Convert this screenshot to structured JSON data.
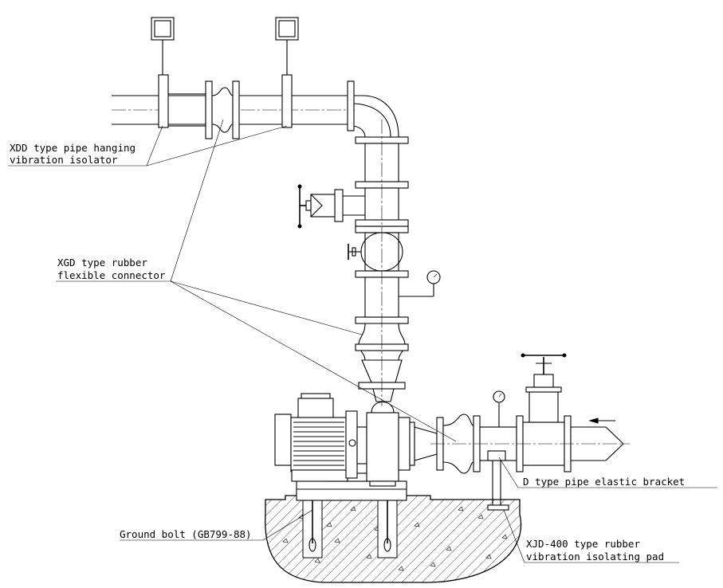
{
  "labels": {
    "pipe_hanger_line1": "XDD type pipe hanging",
    "pipe_hanger_line2": "vibration isolator",
    "rubber_connector_line1": "XGD type rubber",
    "rubber_connector_line2": "flexible connector",
    "elastic_bracket": "D type pipe elastic bracket",
    "isolating_pad_line1": "XJD-400 type rubber",
    "isolating_pad_line2": "vibration isolating pad",
    "ground_bolt": "Ground bolt (GB799-88)"
  }
}
